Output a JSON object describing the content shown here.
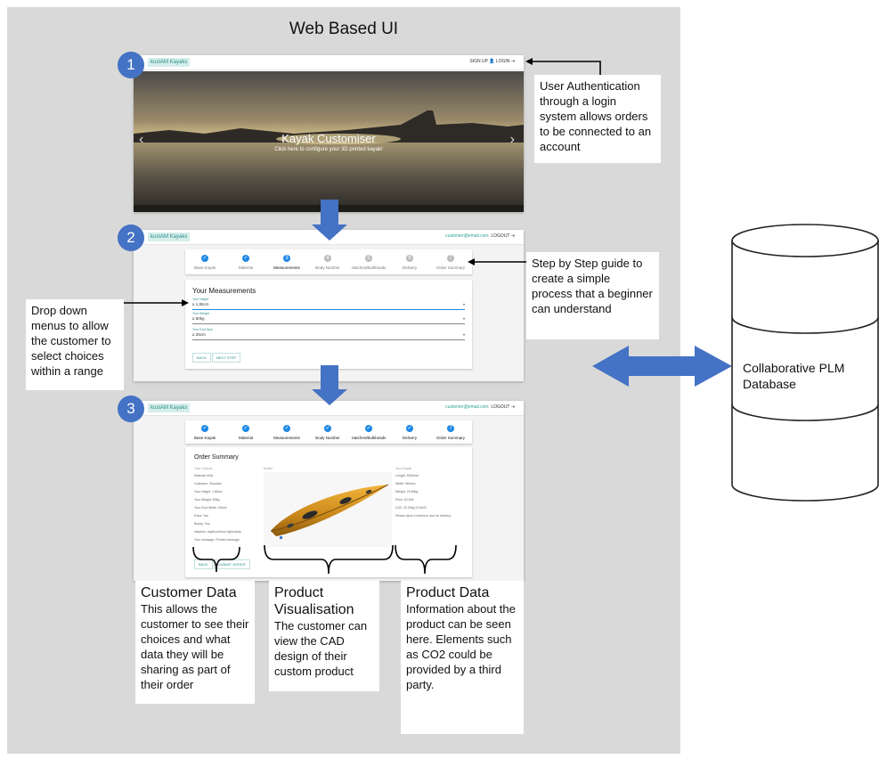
{
  "diagram_title": "Web Based UI",
  "screens": [
    {
      "number": "1",
      "brand": "kustAM Kayaks",
      "nav": [
        "SIGN UP",
        "LOGIN"
      ],
      "hero_title": "Kayak Customiser",
      "hero_subtitle": "Click here to configure your 3D printed kayak!"
    },
    {
      "number": "2",
      "brand": "kustAM Kayaks",
      "user_email": "customer@email.com",
      "logout": "LOGOUT",
      "steps": [
        "Base Kayak",
        "Material",
        "Measurements",
        "Body Number",
        "Hatches/Bulkheads",
        "Delivery",
        "Order Summary"
      ],
      "section_title": "Your Measurements",
      "fields": [
        {
          "label": "Your Height",
          "value": "≥ 1.85cm"
        },
        {
          "label": "Your Weight",
          "value": "≥ 80kg"
        },
        {
          "label": "Your Foot Size",
          "value": "≥ 25cm"
        }
      ],
      "buttons": [
        "BACK",
        "NEXT STEP"
      ]
    },
    {
      "number": "3",
      "brand": "kustAM Kayaks",
      "user_email": "customer@email.com",
      "logout": "LOGOUT",
      "steps": [
        "Base Kayak",
        "Material",
        "Measurements",
        "Body Number",
        "Hatches/Bulkheads",
        "Delivery",
        "Order Summary"
      ],
      "section_title": "Order Summary",
      "col_headers": [
        "Your Choices",
        "Model",
        "Your Kayak"
      ],
      "customer_lines": [
        "Material: ASA",
        "Customer: Shoulder",
        "Your Height: 1.85cm",
        "Your Weight: 80kg",
        "Your Foot Width: 25mm",
        "Extra: Yes",
        "Buddy: Yes",
        "Hatches: bay/bow/front right aside",
        "Your message / Ported message"
      ],
      "product_lines": [
        "Length: 5050mm",
        "Width: 560mm",
        "Weight: 29.80kg",
        "Price: £2,593",
        "CO2: 32.00kg CO2e/0",
        "Please allow 4 weeks to due for delivery"
      ],
      "buttons": [
        "BACK",
        "SUBMIT ORDER"
      ]
    }
  ],
  "callouts": {
    "auth": "User Authentication through a login system allows orders to be connected to an account",
    "steps": "Step by Step guide to create a simple process that a beginner can understand",
    "dropdown": "Drop down menus to allow the customer to select choices within a range",
    "customer_title": "Customer Data",
    "customer_body": "This allows the customer to see their choices and what data they will be sharing as part of their order",
    "visual_title": "Product Visualisation",
    "visual_body": "The customer can view the CAD design of their custom product",
    "product_title": "Product Data",
    "product_body": "Information about the product can be seen here. Elements such as CO2 could be provided by a third party."
  },
  "database_label": "Collaborative PLM Database",
  "colors": {
    "panel": "#d9d9d9",
    "step_circle": "#4472c4",
    "arrow": "#4472c4",
    "accent_teal": "#2a8f86",
    "step_done": "#1e88e5"
  }
}
